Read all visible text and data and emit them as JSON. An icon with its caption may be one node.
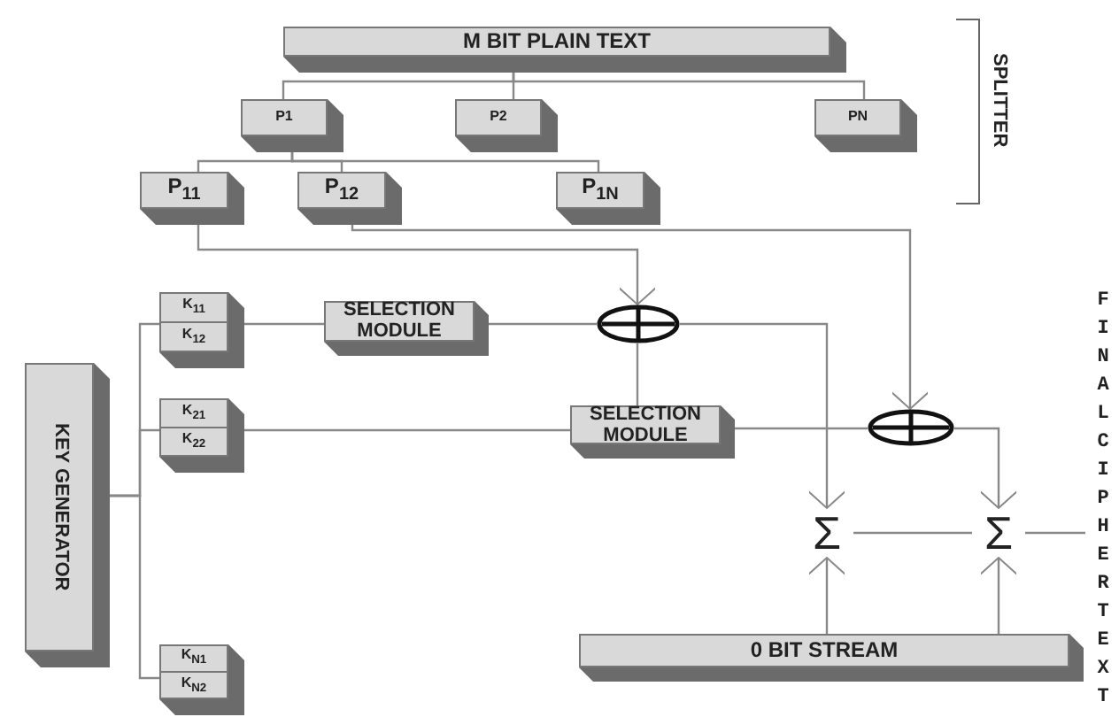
{
  "diagram": {
    "nodes": [
      {
        "text": [
          "M BIT PLAIN TEXT"
        ]
      },
      {
        "text": [
          "P1"
        ]
      },
      {
        "text": [
          "P2"
        ]
      },
      {
        "text": [
          "PN"
        ]
      },
      {
        "text": [
          "P$_{11}$"
        ]
      },
      {
        "text": [
          "P$_{12}$"
        ]
      },
      {
        "text": [
          "P$_{1N}$"
        ]
      },
      {
        "text": [
          "K$_{11}$",
          "K$_{12}$"
        ]
      },
      {
        "text": [
          "K$_{21}$",
          "K$_{22}$"
        ]
      },
      {
        "text": [
          "K$_{N1}$",
          "K$_{N2}$"
        ]
      },
      {
        "text": [
          "KEY GENERATOR"
        ]
      },
      {
        "text": [
          "SELECTION MODULE"
        ]
      },
      {
        "text": [
          "SELECTION MODULE"
        ]
      },
      {
        "text": [],
        "shape": "circle"
      },
      {
        "text": [],
        "shape": "circle"
      },
      {
        "text": [
          "Σ"
        ]
      },
      {
        "text": [
          "Σ"
        ]
      },
      {
        "text": [
          "0 BIT STREAM"
        ]
      },
      {
        "text": [
          "FINALCIPHERTEXT"
        ]
      }
    ],
    "edges": [
      {
        "from": 0,
        "to": 1,
        "arrow": "none"
      },
      {
        "from": 0,
        "to": 2,
        "arrow": "none"
      },
      {
        "from": 0,
        "to": 3,
        "arrow": "none"
      },
      {
        "from": 1,
        "to": 4,
        "arrow": "none"
      },
      {
        "from": 1,
        "to": 5,
        "arrow": "none"
      },
      {
        "from": 1,
        "to": 6,
        "arrow": "none"
      },
      {
        "from": 4,
        "to": 13,
        "arrow": "to"
      },
      {
        "from": 5,
        "to": 14,
        "arrow": "to"
      },
      {
        "from": 10,
        "to": 7,
        "arrow": "none"
      },
      {
        "from": 10,
        "to": 8,
        "arrow": "none"
      },
      {
        "from": 10,
        "to": 9,
        "arrow": "none"
      },
      {
        "from": 7,
        "to": 11,
        "arrow": "none"
      },
      {
        "from": 8,
        "to": 12,
        "arrow": "none"
      },
      {
        "from": 11,
        "to": 13,
        "arrow": "none"
      },
      {
        "from": 12,
        "to": 13,
        "arrow": "none"
      },
      {
        "from": 13,
        "to": 15,
        "arrow": "to"
      },
      {
        "from": 12,
        "to": 14,
        "arrow": "none"
      },
      {
        "from": 14,
        "to": 16,
        "arrow": "to"
      },
      {
        "from": 17,
        "to": 15,
        "arrow": "to"
      },
      {
        "from": 17,
        "to": 16,
        "arrow": "to"
      },
      {
        "from": 15,
        "to": 16,
        "arrow": "none"
      },
      {
        "from": 16,
        "to": 18,
        "arrow": "none"
      }
    ],
    "labels": [
      "SPLITTER"
    ]
  }
}
